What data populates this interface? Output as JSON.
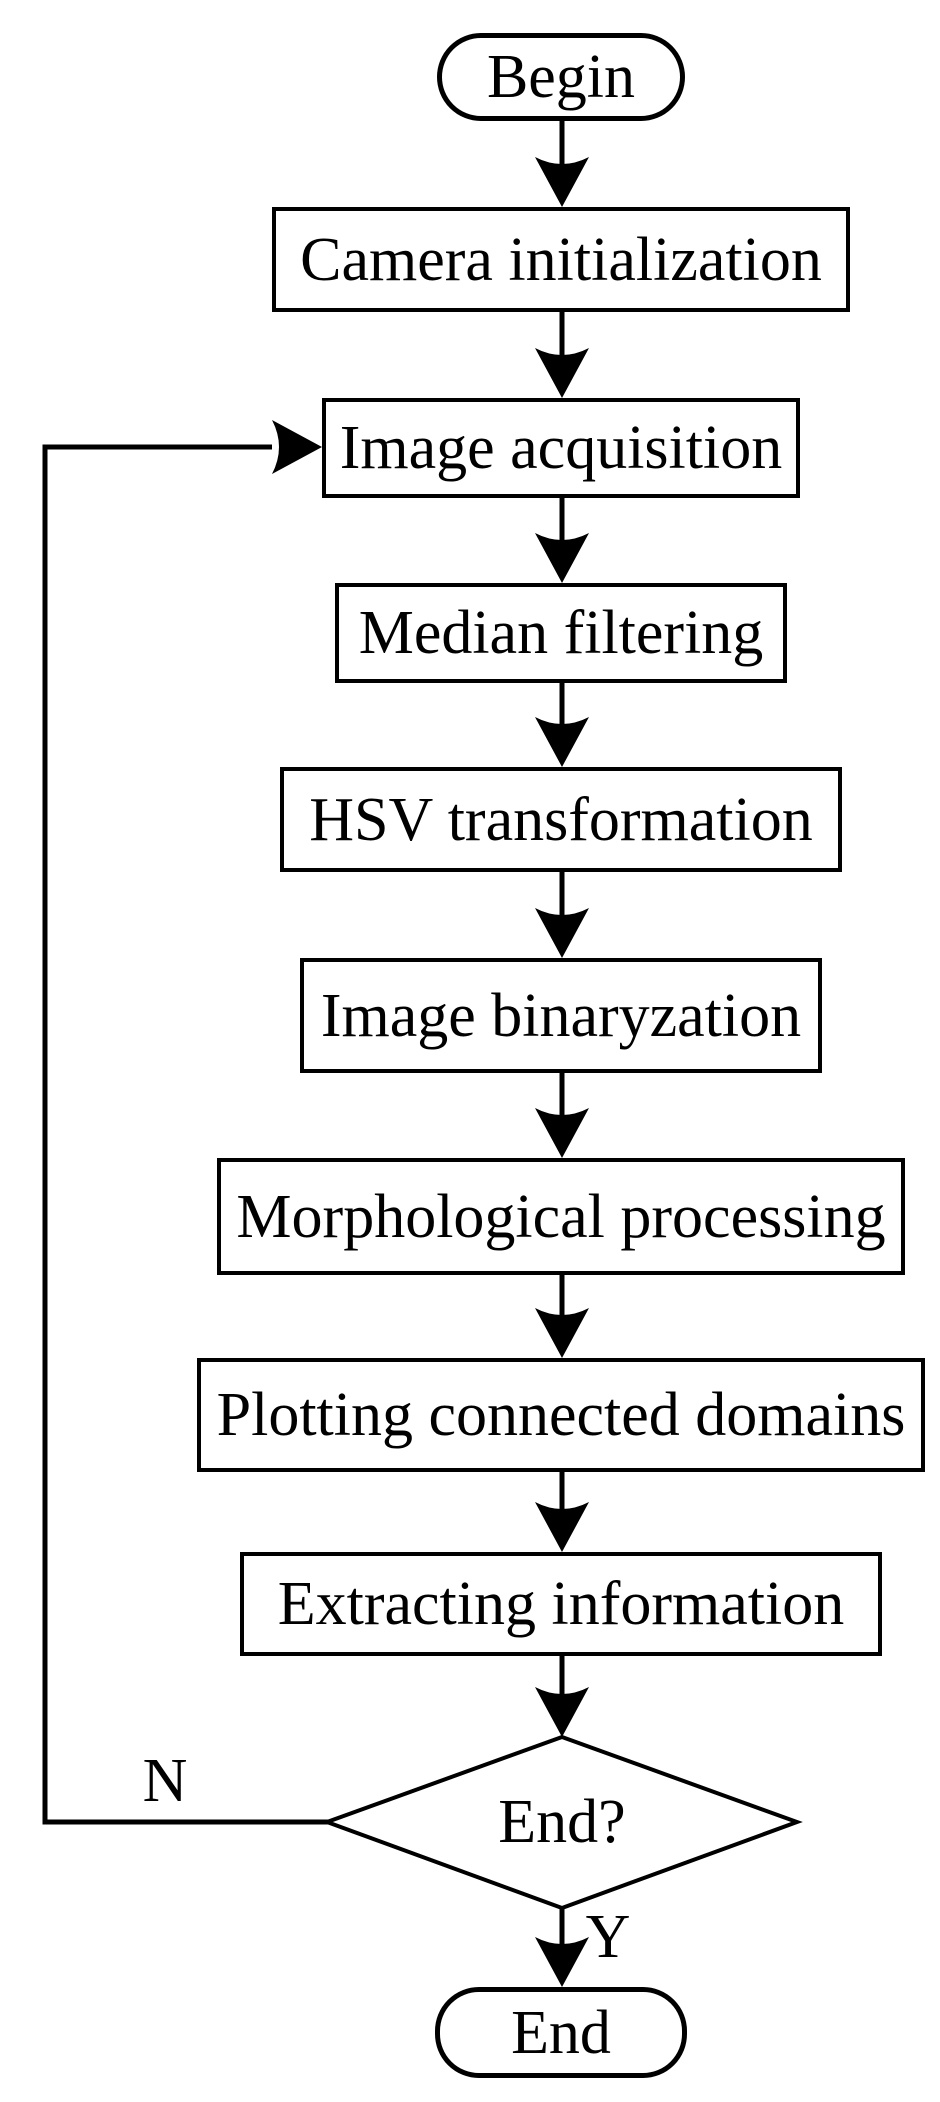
{
  "diagram": {
    "background": "#ffffff",
    "stroke_color": "#000000",
    "text_color": "#000000",
    "nodes": [
      {
        "id": "begin",
        "type": "terminator",
        "label": "Begin"
      },
      {
        "id": "camera-initialization",
        "type": "process",
        "label": "Camera initialization"
      },
      {
        "id": "image-acquisition",
        "type": "process",
        "label": "Image acquisition"
      },
      {
        "id": "median-filtering",
        "type": "process",
        "label": "Median filtering"
      },
      {
        "id": "hsv-transformation",
        "type": "process",
        "label": "HSV transformation"
      },
      {
        "id": "image-binaryzation",
        "type": "process",
        "label": "Image binaryzation"
      },
      {
        "id": "morphological-processing",
        "type": "process",
        "label": "Morphological processing"
      },
      {
        "id": "plotting-connected-domains",
        "type": "process",
        "label": "Plotting connected domains"
      },
      {
        "id": "extracting-information",
        "type": "process",
        "label": "Extracting information"
      },
      {
        "id": "end-decision",
        "type": "decision",
        "label": "End?"
      },
      {
        "id": "end",
        "type": "terminator",
        "label": "End"
      }
    ],
    "edges": [
      {
        "from": "begin",
        "to": "camera-initialization",
        "label": ""
      },
      {
        "from": "camera-initialization",
        "to": "image-acquisition",
        "label": ""
      },
      {
        "from": "image-acquisition",
        "to": "median-filtering",
        "label": ""
      },
      {
        "from": "median-filtering",
        "to": "hsv-transformation",
        "label": ""
      },
      {
        "from": "hsv-transformation",
        "to": "image-binaryzation",
        "label": ""
      },
      {
        "from": "image-binaryzation",
        "to": "morphological-processing",
        "label": ""
      },
      {
        "from": "morphological-processing",
        "to": "plotting-connected-domains",
        "label": ""
      },
      {
        "from": "plotting-connected-domains",
        "to": "extracting-information",
        "label": ""
      },
      {
        "from": "extracting-information",
        "to": "end-decision",
        "label": ""
      },
      {
        "from": "end-decision",
        "to": "image-acquisition",
        "label": "N"
      },
      {
        "from": "end-decision",
        "to": "end",
        "label": "Y"
      }
    ]
  }
}
